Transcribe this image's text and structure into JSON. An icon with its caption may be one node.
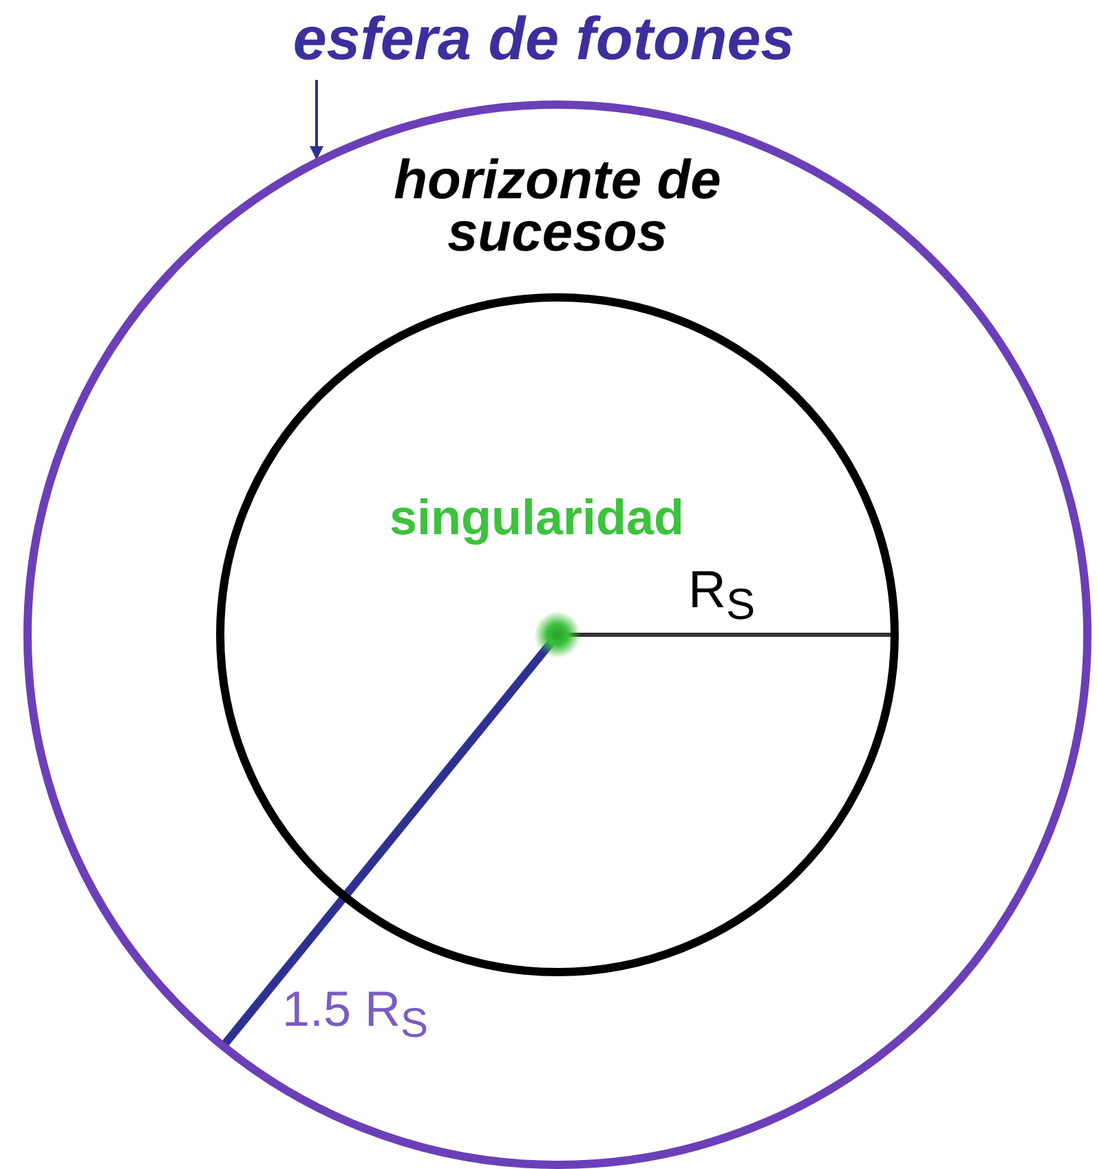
{
  "diagram": {
    "nodes": [
      {
        "text": [
          "esfera de fotones"
        ]
      },
      {
        "text": [],
        "shape": "circle"
      },
      {
        "text": [
          "horizonte de sucesos"
        ],
        "in": 1
      },
      {
        "text": [
          "singularidad"
        ],
        "in": 2
      }
    ],
    "edges": [
      {
        "from": 0,
        "to": 1,
        "arrow": "to"
      }
    ],
    "labels": [
      "R$_{S}$",
      "1.5 R$_{S}$"
    ]
  }
}
